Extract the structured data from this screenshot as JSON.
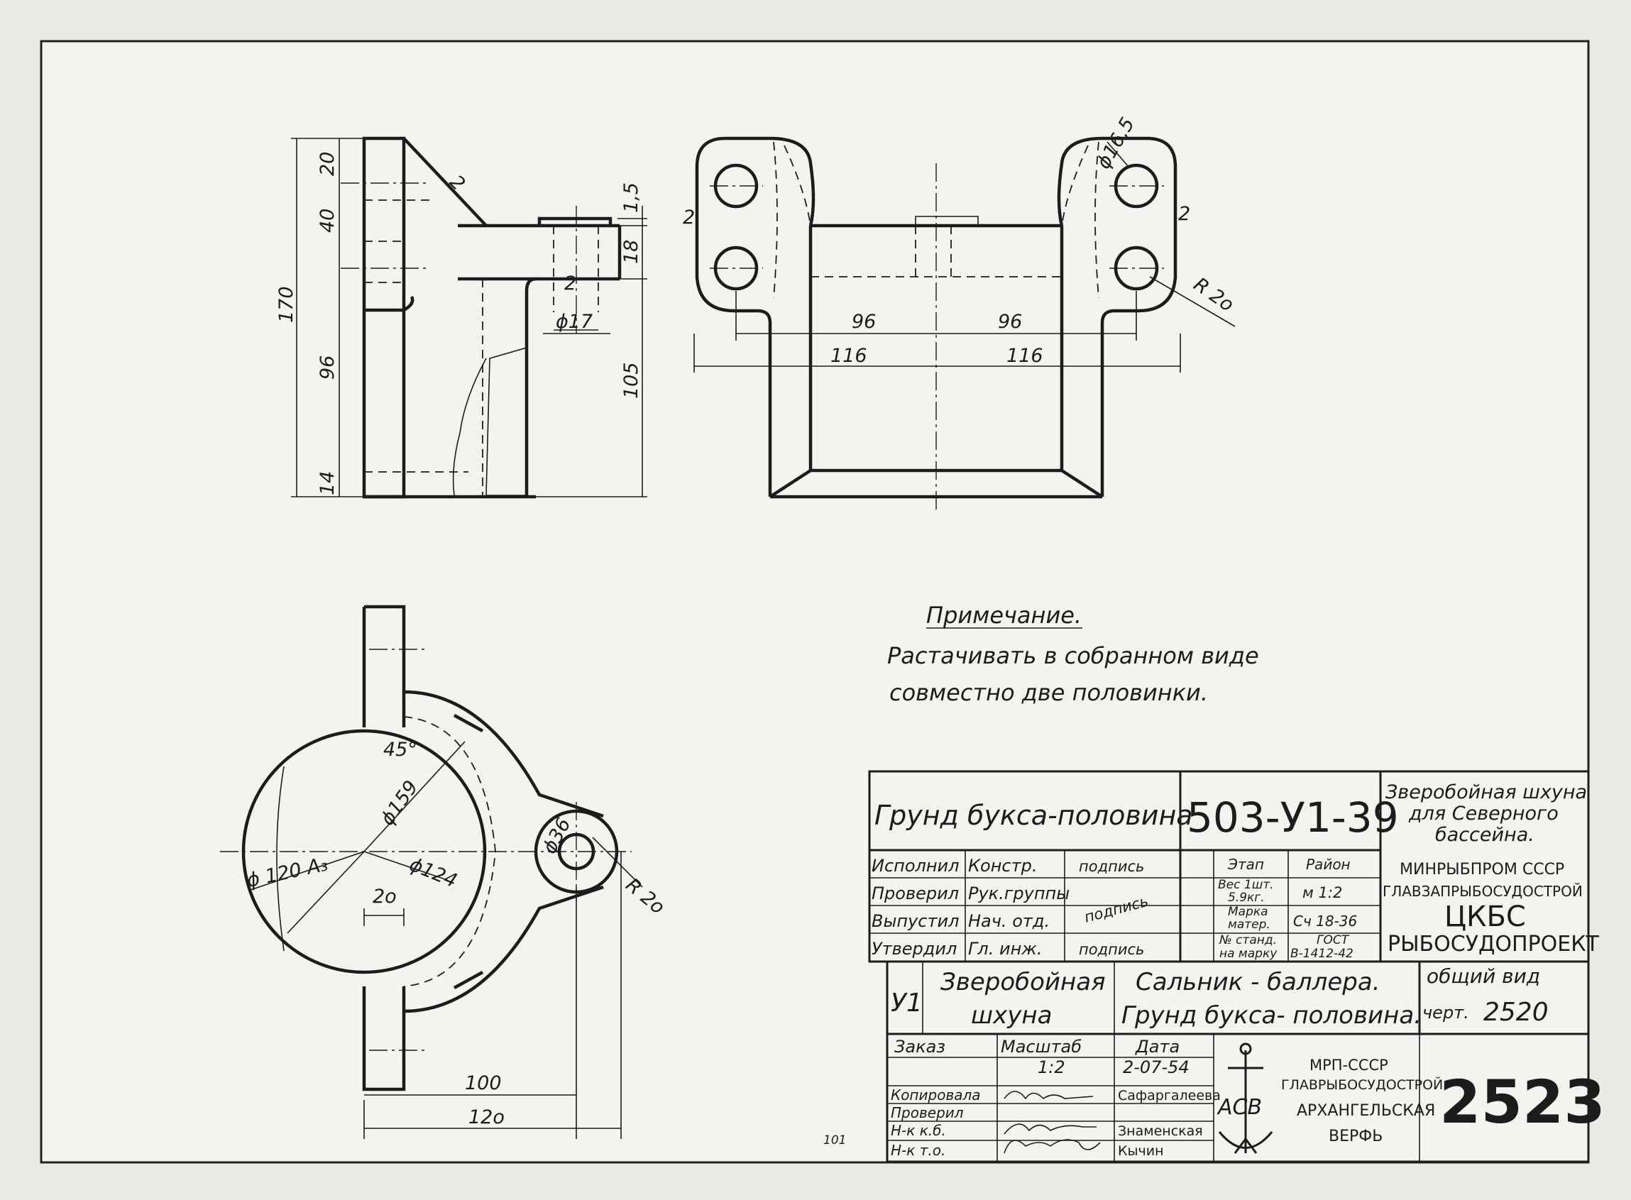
{
  "dims": {
    "side_h170": "170",
    "side_h20": "20",
    "side_h40": "40",
    "side_h96": "96",
    "side_h14": "14",
    "side_h105": "105",
    "side_h15": "1,5",
    "side_h18": "18",
    "side_d17": "ϕ17",
    "side_r2a": "2",
    "side_r2b": "2",
    "top_w96a": "96",
    "top_w96b": "96",
    "top_w116a": "116",
    "top_w116b": "116",
    "top_d165": "ϕ16,5",
    "top_r20": "R 2o",
    "top_r2a": "2",
    "top_r2b": "2",
    "plan_45": "45°",
    "plan_d159": "ϕ159",
    "plan_d120": "ϕ 120 A₃",
    "plan_d124": "ϕ124",
    "plan_20": "2o",
    "plan_d36": "ϕ36",
    "plan_r20": "R 2o",
    "plan_100": "100",
    "plan_120": "12o",
    "margin_mark": "101"
  },
  "note": {
    "title": "Примечание.",
    "line1": "Растачивать в собранном виде",
    "line2": "совместно две половинки."
  },
  "title_block": {
    "part_name": "Грунд букса-половина",
    "drawing_code": "503-У1-39",
    "vessel": [
      "Зверобойная шхуна",
      "для Северного",
      "бассейна."
    ],
    "roles": [
      "Исполнил",
      "Проверил",
      "Выпустил",
      "Утвердил"
    ],
    "positions": [
      "Констр.",
      "Рук.группы",
      "Нач. отд.",
      "Гл. инж."
    ],
    "signatures": [
      "подпись",
      "подпись",
      "подпись"
    ],
    "stage_label": "Этап",
    "region_label": "Район",
    "weight_label": [
      "Вес 1шт.",
      "5.9кг."
    ],
    "scale_small": "м 1:2",
    "material_label": [
      "Марка",
      "матер."
    ],
    "material_value": "Сч 18-36",
    "std_label": [
      "№ станд.",
      "на марку"
    ],
    "std_value": [
      "ГОСТ",
      "В-1412-42"
    ],
    "org_lines": [
      "МИНРЫБПРОМ СССР",
      "ГЛАВЗАПРЫБОСУДОСТРОЙ",
      "ЦКБС",
      "РЫБОСУДОПРОЕКТ"
    ],
    "section_code": "У1",
    "section_name": [
      "Зверобойная",
      "шхуна"
    ],
    "assembly_name": [
      "Сальник - баллера.",
      "Грунд букса- половина."
    ],
    "view_type": "общий вид",
    "drawing_ref_label": "черт.",
    "drawing_ref": "2520",
    "order_label": "Заказ",
    "scale_label": "Масштаб",
    "scale_value": "1:2",
    "date_label": "Дата",
    "date_value": "2-07-54",
    "staff_roles": [
      "Копировала",
      "Проверил",
      "Н-к к.б.",
      "Н-к т.о."
    ],
    "staff_names": [
      "Сафаргалеева",
      "Знаменская",
      "Кычин"
    ],
    "logo_text": "АСВ",
    "yard_lines": [
      "МРП-СССР",
      "ГЛАВРЫБОСУДОСТРОЙ",
      "АРХАНГЕЛЬСКАЯ",
      "ВЕРФЬ"
    ],
    "sheet_number": "2523"
  }
}
